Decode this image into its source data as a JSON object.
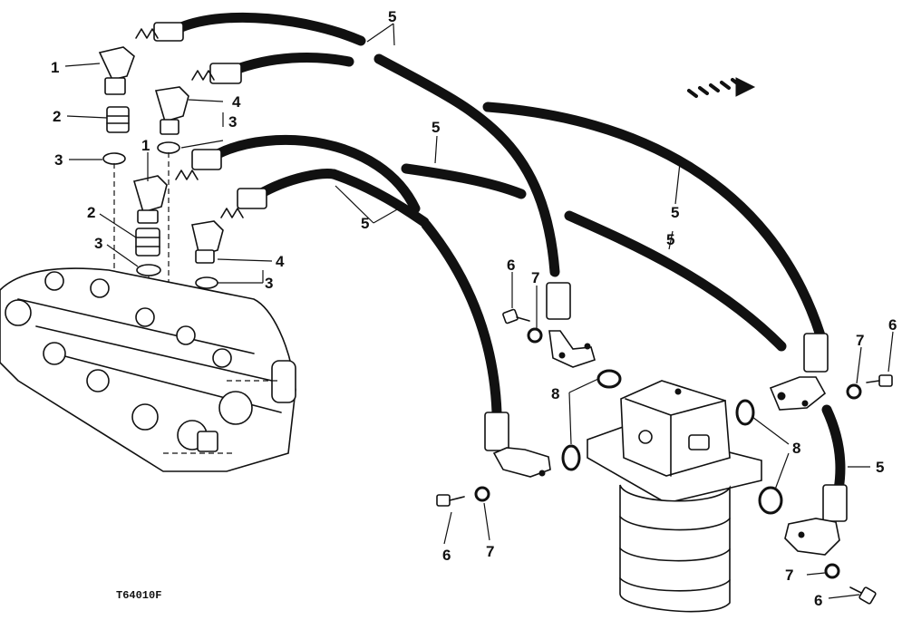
{
  "diagram": {
    "figure_ref": "T64010F",
    "callouts": [
      "1",
      "2",
      "3",
      "4",
      "5",
      "6",
      "7",
      "8"
    ],
    "labels": [
      {
        "id": "1a",
        "text": "1"
      },
      {
        "id": "2a",
        "text": "2"
      },
      {
        "id": "3a",
        "text": "3"
      },
      {
        "id": "1b",
        "text": "1"
      },
      {
        "id": "2b",
        "text": "2"
      },
      {
        "id": "3b",
        "text": "3"
      },
      {
        "id": "4a",
        "text": "4"
      },
      {
        "id": "3c",
        "text": "3"
      },
      {
        "id": "4b",
        "text": "4"
      },
      {
        "id": "3d",
        "text": "3"
      },
      {
        "id": "5a",
        "text": "5"
      },
      {
        "id": "5b",
        "text": "5"
      },
      {
        "id": "5c",
        "text": "5"
      },
      {
        "id": "5d",
        "text": "5"
      },
      {
        "id": "5e",
        "text": "5"
      },
      {
        "id": "5f",
        "text": "5"
      },
      {
        "id": "6a",
        "text": "6"
      },
      {
        "id": "7a",
        "text": "7"
      },
      {
        "id": "8a",
        "text": "8"
      },
      {
        "id": "6b",
        "text": "6"
      },
      {
        "id": "7b",
        "text": "7"
      },
      {
        "id": "7c",
        "text": "7"
      },
      {
        "id": "6c",
        "text": "6"
      },
      {
        "id": "8b",
        "text": "8"
      },
      {
        "id": "7d",
        "text": "7"
      },
      {
        "id": "6d",
        "text": "6"
      }
    ]
  }
}
